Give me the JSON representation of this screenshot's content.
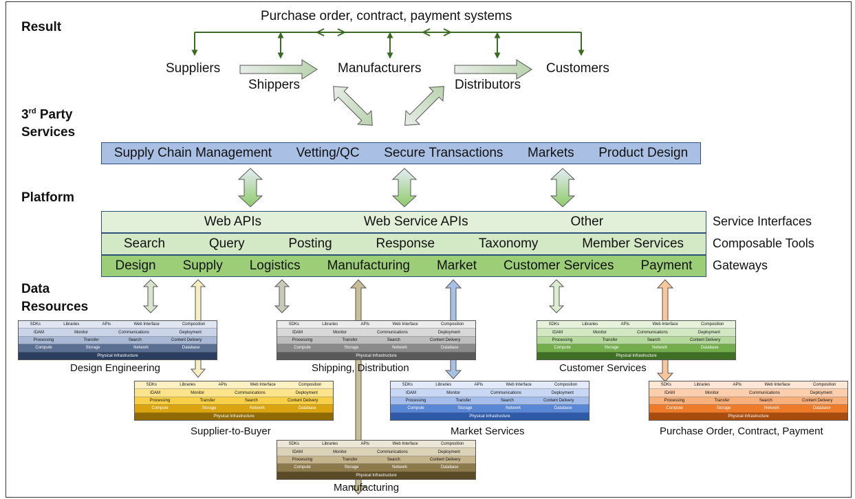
{
  "sections": {
    "result": "Result",
    "third_party_pre": "3",
    "third_party_sup": "rd",
    "third_party_post": " Party",
    "third_party_line2": "Services",
    "platform": "Platform",
    "data_line1": "Data",
    "data_line2": "Resources"
  },
  "result": {
    "top_label": "Purchase order, contract, payment systems",
    "suppliers": "Suppliers",
    "shippers": "Shippers",
    "manufacturers": "Manufacturers",
    "distributors": "Distributors",
    "customers": "Customers"
  },
  "services_bar": [
    "Supply Chain Management",
    "Vetting/QC",
    "Secure Transactions",
    "Markets",
    "Product Design"
  ],
  "platform": {
    "service_interfaces": [
      "Web APIs",
      "Web Service APIs",
      "Other"
    ],
    "composable_tools": [
      "Search",
      "Query",
      "Posting",
      "Response",
      "Taxonomy",
      "Member Services"
    ],
    "gateways": [
      "Design",
      "Supply",
      "Logistics",
      "Manufacturing",
      "Market",
      "Customer Services",
      "Payment"
    ],
    "labels": {
      "service_interfaces": "Service Interfaces",
      "composable_tools": "Composable Tools",
      "gateways": "Gateways"
    }
  },
  "stack_rows": [
    [
      "SDKs",
      "Libraries",
      "APIs",
      "Web Interface",
      "Composition"
    ],
    [
      "IDAM",
      "Monitor",
      "Communications",
      "Deployment"
    ],
    [
      "Processing",
      "Transfer",
      "Search",
      "Content Delivery"
    ],
    [
      "Compute",
      "Storage",
      "Network",
      "Database"
    ],
    [
      "Physical Infrastructure"
    ]
  ],
  "resources": [
    {
      "name": "Design Engineering",
      "colors": [
        "#dfe6f2",
        "#c9d4e8",
        "#a9b8d4",
        "#5b6f93",
        "#2c3e5f"
      ]
    },
    {
      "name": "Shipping,  Distribution",
      "colors": [
        "#ececec",
        "#d8d8d8",
        "#bdbdbd",
        "#8a8a8a",
        "#5a5a5a"
      ]
    },
    {
      "name": "Customer Services",
      "colors": [
        "#e6f2dc",
        "#d2e8c2",
        "#b5d89c",
        "#73ad4c",
        "#3f6f25"
      ]
    },
    {
      "name": "Supplier-to-Buyer",
      "colors": [
        "#fdf1c4",
        "#fbe48c",
        "#f7cf48",
        "#d9a40f",
        "#8f6a05"
      ]
    },
    {
      "name": "Market Services",
      "colors": [
        "#e2eafa",
        "#c8d7f3",
        "#a5bdea",
        "#5a86d6",
        "#2f5aa8"
      ]
    },
    {
      "name": "Purchase Order, Contract, Payment",
      "colors": [
        "#fde6d6",
        "#fbcfae",
        "#f8b07c",
        "#ee7b2a",
        "#a84c0e"
      ]
    },
    {
      "name": "Manufacturing",
      "colors": [
        "#ece6d6",
        "#dcd2b8",
        "#c5b48c",
        "#8c7a4c",
        "#5a4a25"
      ]
    }
  ],
  "colors": {
    "services_bar": "#a9bfe3",
    "service_interfaces": "#e2efd9",
    "composable_tools": "#d3e8c4",
    "gateways": "#9ccd77",
    "dark_green": "#3b6a22"
  }
}
